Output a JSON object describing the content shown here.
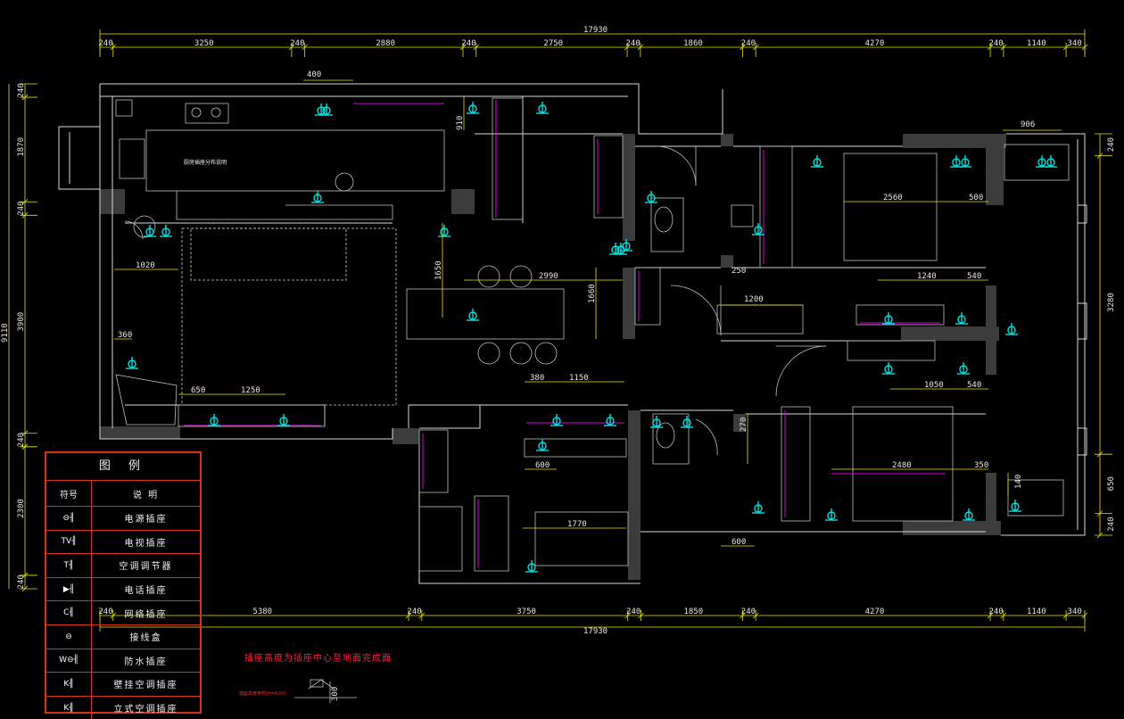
{
  "dims_top_total": "17930",
  "dims_top": [
    "240",
    "3250",
    "240",
    "2880",
    "240",
    "2750",
    "240",
    "1860",
    "240",
    "4270",
    "240",
    "1140",
    "340"
  ],
  "dims_bottom_total": "17930",
  "dims_bottom": [
    "240",
    "5380",
    "240",
    "3750",
    "240",
    "1850",
    "240",
    "4270",
    "240",
    "1140",
    "340"
  ],
  "dims_left": [
    "240",
    "1870",
    "240",
    "3900",
    "240",
    "2300",
    "240"
  ],
  "dim_left_total": "9110",
  "dims_right": [
    "240",
    "3280",
    "650",
    "240"
  ],
  "inner_dims": {
    "d400": "400",
    "d910": "910",
    "d906": "906",
    "d2560": "2560",
    "d500": "500",
    "d1020": "1020",
    "d2990": "2990",
    "d1650": "1650",
    "d1660": "1660",
    "d250": "250",
    "d1200": "1200",
    "d1240": "1240",
    "d540a": "540",
    "d360": "360",
    "d650": "650",
    "d1250": "1250",
    "d380": "380",
    "d1150": "1150",
    "d1050": "1050",
    "d540b": "540",
    "d600a": "600",
    "d270": "270",
    "d2480": "2480",
    "d350": "350",
    "d1770": "1770",
    "d600b": "600",
    "d140": "140",
    "d300": "300"
  },
  "rooms": {
    "kitchen": "厨房插座分布说明"
  },
  "legend": {
    "title": "图 例",
    "col_symbol": "符号",
    "col_desc": "说 明",
    "rows": [
      {
        "symbol": "⊖╢",
        "desc": "电源插座"
      },
      {
        "symbol": "TV╢",
        "desc": "电视插座"
      },
      {
        "symbol": "T╢",
        "desc": "空调调节器"
      },
      {
        "symbol": "▶╢",
        "desc": "电话插座"
      },
      {
        "symbol": "C╢",
        "desc": "网络插座"
      },
      {
        "symbol": "⊖",
        "desc": "接线盒"
      },
      {
        "symbol": "W⊖╢",
        "desc": "防水插座"
      },
      {
        "symbol": "K╢",
        "desc": "壁挂空调插座"
      },
      {
        "symbol": "K╢",
        "desc": "立式空调插座"
      }
    ]
  },
  "plan_title": "插座高度为插座中心至地面完成面",
  "level_note": "插座高度参照(H=0.00)",
  "colors": {
    "wall": "#3c3c3c",
    "dim": "#e6e600",
    "socket": "#00e0e0",
    "furniture": "#e000e0",
    "legend_border": "#d8321c",
    "title": "#ff2040"
  }
}
